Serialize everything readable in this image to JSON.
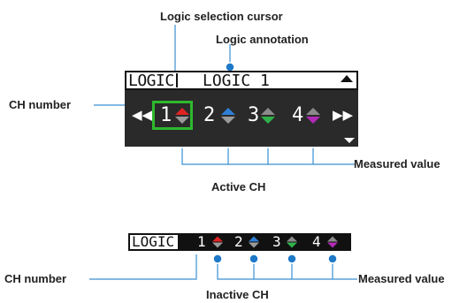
{
  "labels": {
    "logic_selection_cursor": "Logic selection cursor",
    "logic_annotation": "Logic annotation",
    "ch_number_top": "CH number",
    "measured_value_top": "Measured value",
    "active_ch": "Active CH",
    "ch_number_bottom": "CH number",
    "measured_value_bottom": "Measured value",
    "inactive_ch": "Inactive CH"
  },
  "active_display": {
    "mode": "LOGIC",
    "annotation": "LOGIC 1",
    "nav_left": "◀◀",
    "nav_right": "▶▶",
    "channels": [
      {
        "number": "1",
        "up_color": "#e02424",
        "down_color": "#9a9a9a"
      },
      {
        "number": "2",
        "up_color": "#2f7fd6",
        "down_color": "#9a9a9a"
      },
      {
        "number": "3",
        "up_color": "#8a8a8a",
        "down_color": "#2fb24a"
      },
      {
        "number": "4",
        "up_color": "#8a8a8a",
        "down_color": "#b02ab5"
      }
    ],
    "cursor_color": "#2eb82e"
  },
  "inactive_display": {
    "mode": "LOGIC",
    "channels": [
      {
        "number": "1",
        "up_color": "#e02424",
        "down_color": "#9a9a9a"
      },
      {
        "number": "2",
        "up_color": "#2f7fd6",
        "down_color": "#9a9a9a"
      },
      {
        "number": "3",
        "up_color": "#8a8a8a",
        "down_color": "#2fb24a"
      },
      {
        "number": "4",
        "up_color": "#8a8a8a",
        "down_color": "#b02ab5"
      }
    ]
  },
  "colors": {
    "callout_line": "#3a8fd1",
    "callout_dot": "#1e78c8"
  }
}
